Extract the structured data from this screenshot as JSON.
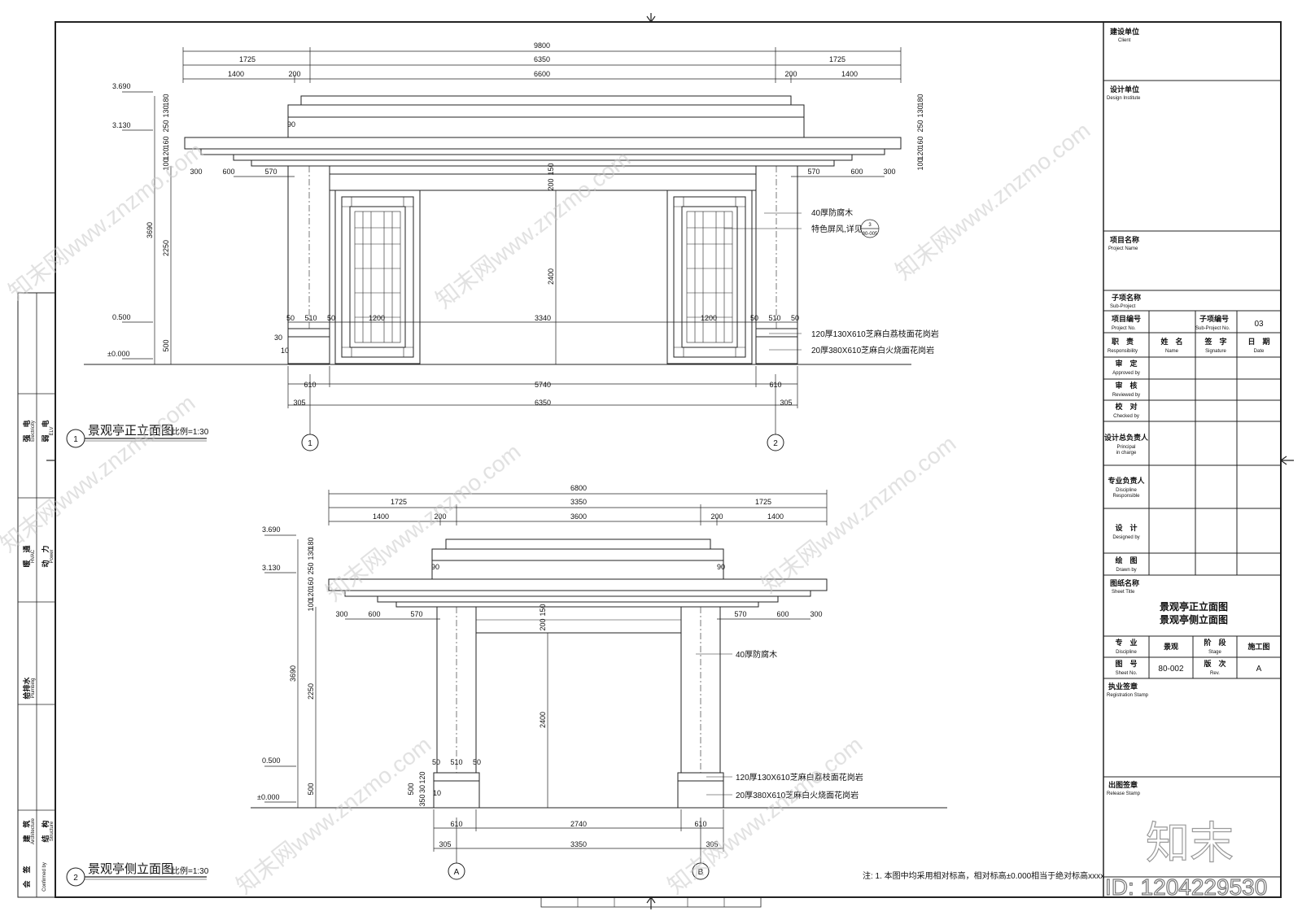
{
  "colors": {
    "line": "#222222",
    "background": "#ffffff",
    "watermark": "#c8c8c8"
  },
  "title_block": {
    "client_cn": "建设单位",
    "client_en": "Client",
    "design_cn": "设计单位",
    "design_en": "Design Institute",
    "project_cn": "项目名称",
    "project_en": "Project Name",
    "subproject_cn": "子项名称",
    "subproject_en": "Sub-Project",
    "projno_cn": "项目编号",
    "projno_en": "Project No.",
    "subno_cn": "子项编号",
    "subno_en": "Sub-Project No.",
    "subno_value": "03",
    "resp_cn": "职　责",
    "resp_en": "Responsibility",
    "name_cn": "姓　名",
    "name_en": "Name",
    "sign_cn": "签　字",
    "sign_en": "Signature",
    "date_cn": "日　期",
    "date_en": "Date",
    "roles": [
      {
        "cn": "审　定",
        "en": "Approved by"
      },
      {
        "cn": "审　核",
        "en": "Reviewed by"
      },
      {
        "cn": "校　对",
        "en": "Checked by"
      },
      {
        "cn": "设计总负责人",
        "en": "Principal",
        "en2": "in charge"
      },
      {
        "cn": "专业负责人",
        "en": "Discipline",
        "en2": "Responsible"
      },
      {
        "cn": "设　计",
        "en": "Designed by"
      },
      {
        "cn": "绘　图",
        "en": "Drawn by"
      }
    ],
    "sheet_title_cn": "图纸名称",
    "sheet_title_en": "Sheet Title",
    "sheet_title_1": "景观亭正立面图",
    "sheet_title_2": "景观亭侧立面图",
    "discipline_cn": "专　业",
    "discipline_en": "Discipline",
    "discipline_value": "景观",
    "stage_cn": "阶　段",
    "stage_en": "Stage",
    "stage_value": "施工图",
    "sheetno_cn": "图　号",
    "sheetno_en": "Sheet No.",
    "sheetno_value": "80-002",
    "rev_cn": "版　次",
    "rev_en": "Rev.",
    "rev_value": "A",
    "reg_cn": "执业签章",
    "reg_en": "Registration Stamp",
    "release_cn": "出图签章",
    "release_en": "Release Stamp"
  },
  "left_strip": [
    {
      "cn": "强　电",
      "en": "Electricity",
      "cn2": "弱　电",
      "en2": "ELV"
    },
    {
      "cn": "暖　通",
      "en": "HVAC",
      "cn2": "动　力",
      "en2": "Power"
    },
    {
      "cn": "给排水",
      "en": "Plumbing"
    },
    {
      "cn": "建　筑",
      "en": "Architecture",
      "cn2": "结　构",
      "en2": "Structure"
    },
    {
      "cn": "会　签",
      "en": "Confirmed by"
    }
  ],
  "front": {
    "title": "景观亭正立面图",
    "scale": "比例=1:30",
    "num": "1",
    "axis1": "1",
    "axis2": "2",
    "dim_top": [
      "9800",
      "1725",
      "6350",
      "1725",
      "1400",
      "200",
      "6600",
      "200",
      "1400"
    ],
    "dim_eave": [
      "300",
      "600",
      "570",
      "570",
      "600",
      "300"
    ],
    "dim_bottom": [
      "610",
      "5740",
      "610",
      "305",
      "6350",
      "305"
    ],
    "dim_mid": [
      "50",
      "510",
      "50",
      "1200",
      "3340",
      "1200",
      "50",
      "510",
      "50"
    ],
    "dim_vert": [
      "3690",
      "2250",
      "500",
      "2400",
      "200",
      "150",
      "30",
      "10",
      "90",
      "100",
      "120",
      "160",
      "250",
      "130",
      "180"
    ],
    "levels": [
      "3.690",
      "3.130",
      "0.500",
      "±0.000"
    ],
    "notes": [
      "40厚防腐木",
      "特色屏风,详见",
      "120厚130X610芝麻白荔枝面花岗岩",
      "20厚380X610芝麻白火烧面花岗岩"
    ],
    "detail_num": "3",
    "detail_sheet": "80-005"
  },
  "side": {
    "title": "景观亭侧立面图",
    "scale": "比例=1:30",
    "num": "2",
    "axis1": "A",
    "axis2": "B",
    "dim_top": [
      "6800",
      "1725",
      "3350",
      "1725",
      "1400",
      "200",
      "3600",
      "200",
      "1400"
    ],
    "dim_eave": [
      "300",
      "600",
      "570",
      "570",
      "600",
      "300"
    ],
    "dim_bottom": [
      "610",
      "2740",
      "610",
      "305",
      "3350",
      "305"
    ],
    "dim_mid": [
      "50",
      "510",
      "50"
    ],
    "dim_vert": [
      "3690",
      "2250",
      "500",
      "2400",
      "200",
      "150",
      "120",
      "30",
      "350",
      "10",
      "90",
      "100",
      "120",
      "160",
      "250",
      "130",
      "180",
      "500"
    ],
    "levels": [
      "3.690",
      "3.130",
      "0.500",
      "±0.000"
    ],
    "notes": [
      "40厚防腐木",
      "120厚130X610芝麻白荔枝面花岗岩",
      "20厚380X610芝麻白火烧面花岗岩"
    ]
  },
  "footnote": "注: 1. 本图中均采用相对标高，相对标高±0.000相当于绝对标高xxxx",
  "watermark": {
    "site": "知末网www.znzmo.com",
    "logo": "知末",
    "id": "ID: 1204229530"
  }
}
